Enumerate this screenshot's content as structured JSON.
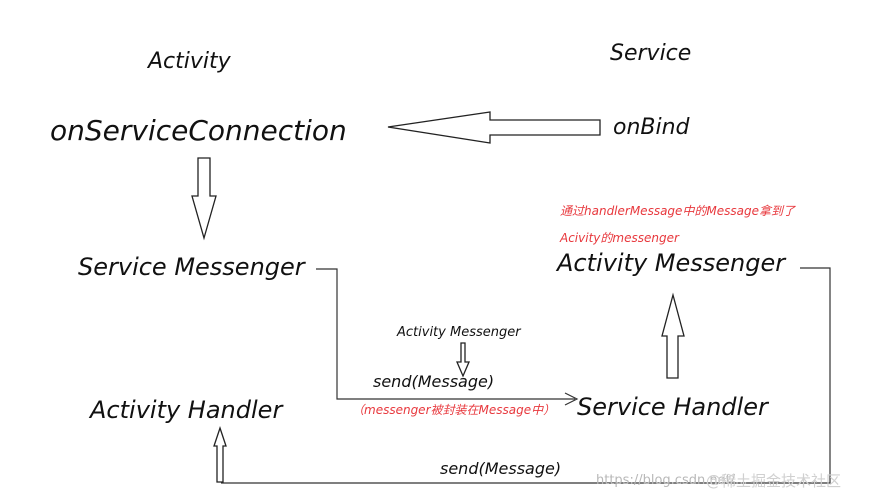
{
  "activity_title": "Activity",
  "service_title": "Service",
  "on_service_connection": "onServiceConnection",
  "on_bind": "onBind",
  "service_messenger": "Service Messenger",
  "activity_messenger": "Activity Messenger",
  "activity_handler": "Activity Handler",
  "service_handler": "Service Handler",
  "small_activity_messenger": "Activity Messenger",
  "send_message_top": "send(Message)",
  "send_message_bottom": "send(Message)",
  "note_wrapped": "（messenger被封装在Message中）",
  "note_line1": "通过handlerMessage中的Message拿到了",
  "note_line2": "Acivity的messenger",
  "watermark_url": "https://blog.csdn.net/...",
  "watermark_brand": "@稀土掘金技术社区",
  "colors": {
    "note_red": "#e8383d",
    "line": "#333333"
  }
}
